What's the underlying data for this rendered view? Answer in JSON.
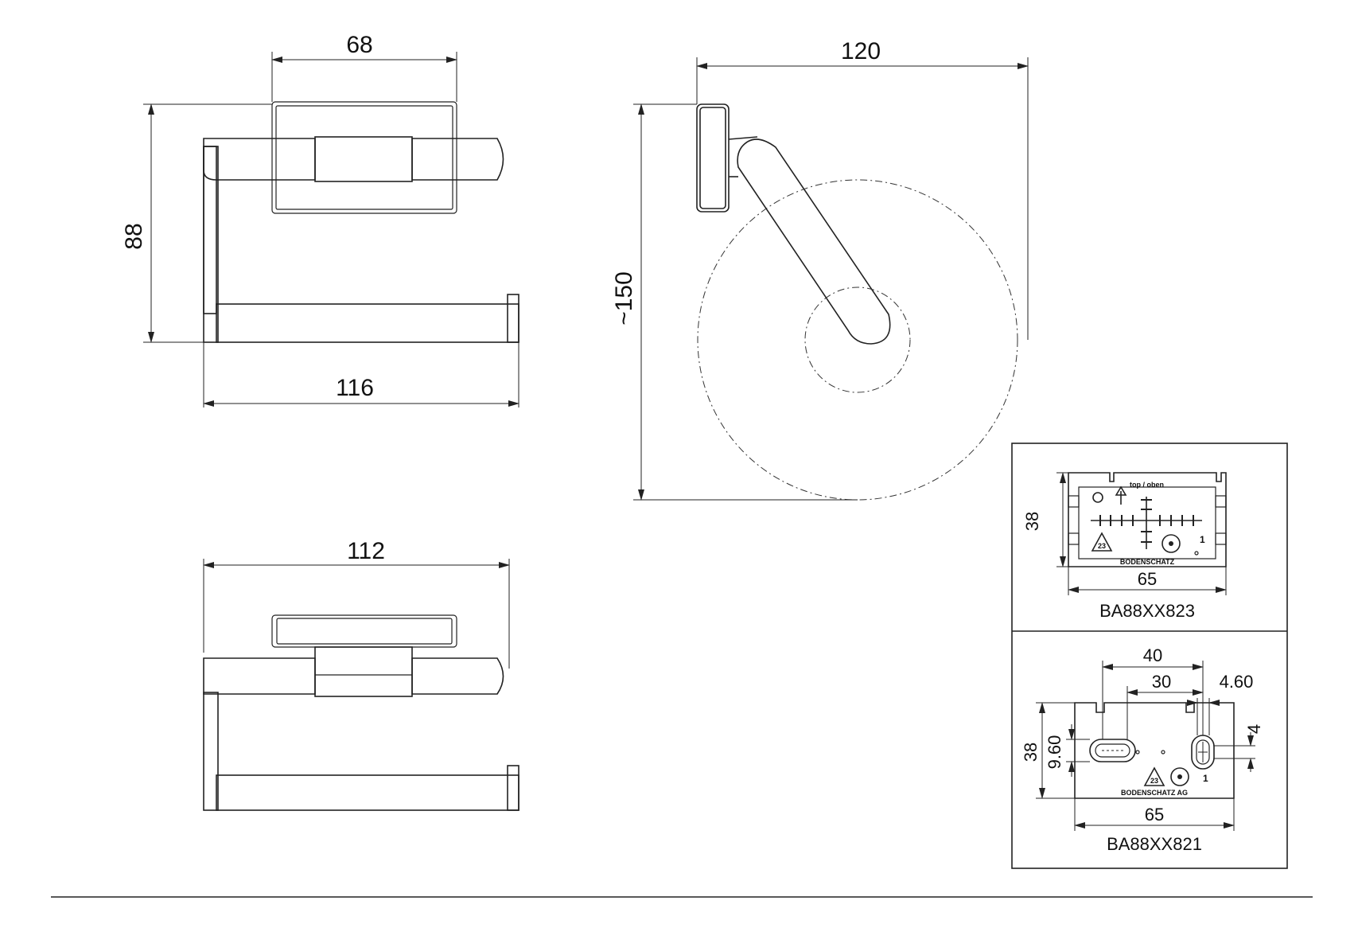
{
  "dimensions": {
    "top_width": "68",
    "height": "88",
    "length": "116",
    "roll_width": "120",
    "roll_height": "~150",
    "bottom_length": "112"
  },
  "plate_823": {
    "code": "BA88XX823",
    "height": "38",
    "width": "65",
    "label_top": "top / oben",
    "brand": "BODENSCHATZ",
    "number": "1",
    "recycle": "23"
  },
  "plate_821": {
    "code": "BA88XX821",
    "dim_40": "40",
    "dim_30": "30",
    "dim_460": "4.60",
    "dim_4": "4",
    "dim_960": "9.60",
    "height": "38",
    "width": "65",
    "brand": "BODENSCHATZ AG",
    "number": "1",
    "recycle": "23"
  },
  "colors": {
    "line": "#222222",
    "background": "#ffffff"
  }
}
